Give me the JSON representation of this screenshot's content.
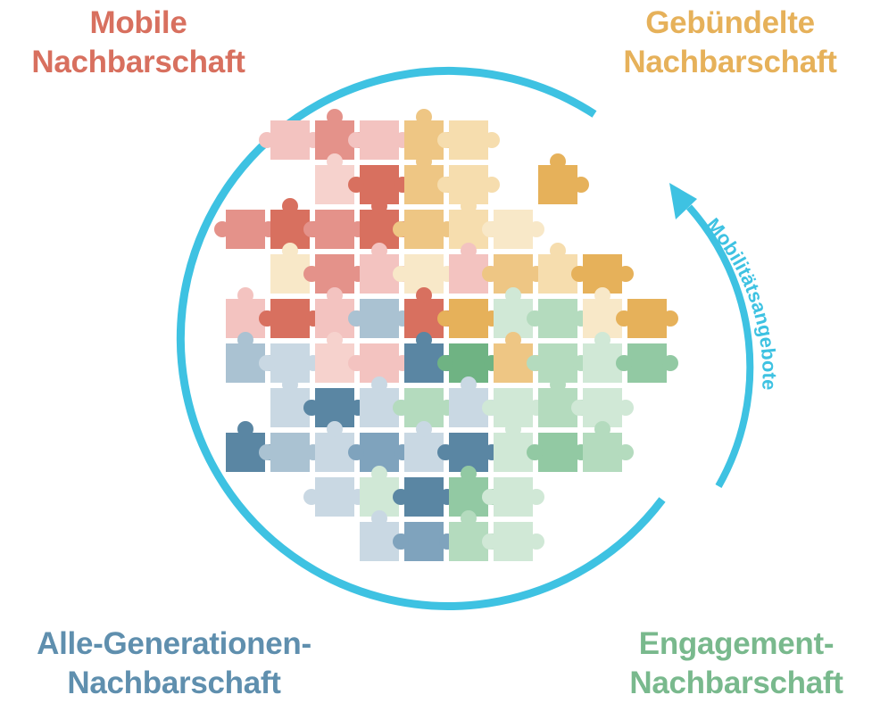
{
  "labels": {
    "mobile": [
      "Mobile",
      "Nachbarschaft"
    ],
    "gebuendelt": [
      "Gebündelte",
      "Nachbarschaft"
    ],
    "alle": [
      "Alle-Generationen-",
      "Nachbarschaft"
    ],
    "engagement": [
      "Engagement-",
      "Nachbarschaft"
    ]
  },
  "arc_text": "Mobilitätsangebote",
  "colors": {
    "red": "#d8705f",
    "orange": "#e6b15a",
    "blue": "#5f8fae",
    "green": "#79b98d",
    "ring": "#3ec2e2"
  },
  "groups": {
    "red": [
      "#f3c3c0",
      "#e4928a",
      "#d8705f",
      "#f6d2cd"
    ],
    "orange": [
      "#f6ddae",
      "#eec684",
      "#e6b15a",
      "#f8e8c8"
    ],
    "blue": [
      "#aac2d2",
      "#7fa3bd",
      "#5a86a3",
      "#c9d8e3"
    ],
    "green": [
      "#b4dbbe",
      "#92c9a3",
      "#6fb383",
      "#d0e8d6"
    ]
  },
  "pieces": [
    {
      "c": 1,
      "r": 0,
      "g": "red",
      "s": 0
    },
    {
      "c": 2,
      "r": 0,
      "g": "red",
      "s": 1
    },
    {
      "c": 3,
      "r": 0,
      "g": "red",
      "s": 0
    },
    {
      "c": 4,
      "r": 0,
      "g": "orange",
      "s": 1
    },
    {
      "c": 5,
      "r": 0,
      "g": "orange",
      "s": 0
    },
    {
      "c": 2,
      "r": 1,
      "g": "red",
      "s": 3
    },
    {
      "c": 3,
      "r": 1,
      "g": "red",
      "s": 2
    },
    {
      "c": 4,
      "r": 1,
      "g": "orange",
      "s": 1
    },
    {
      "c": 5,
      "r": 1,
      "g": "orange",
      "s": 0
    },
    {
      "c": 7,
      "r": 1,
      "g": "orange",
      "s": 2
    },
    {
      "c": 0,
      "r": 2,
      "g": "red",
      "s": 1
    },
    {
      "c": 1,
      "r": 2,
      "g": "red",
      "s": 2
    },
    {
      "c": 2,
      "r": 2,
      "g": "red",
      "s": 1
    },
    {
      "c": 3,
      "r": 2,
      "g": "red",
      "s": 2
    },
    {
      "c": 4,
      "r": 2,
      "g": "orange",
      "s": 1
    },
    {
      "c": 5,
      "r": 2,
      "g": "orange",
      "s": 0
    },
    {
      "c": 6,
      "r": 2,
      "g": "orange",
      "s": 3
    },
    {
      "c": 1,
      "r": 3,
      "g": "orange",
      "s": 3
    },
    {
      "c": 2,
      "r": 3,
      "g": "red",
      "s": 1
    },
    {
      "c": 3,
      "r": 3,
      "g": "red",
      "s": 0
    },
    {
      "c": 4,
      "r": 3,
      "g": "orange",
      "s": 3
    },
    {
      "c": 5,
      "r": 3,
      "g": "red",
      "s": 0
    },
    {
      "c": 6,
      "r": 3,
      "g": "orange",
      "s": 1
    },
    {
      "c": 7,
      "r": 3,
      "g": "orange",
      "s": 0
    },
    {
      "c": 8,
      "r": 3,
      "g": "orange",
      "s": 2
    },
    {
      "c": 0,
      "r": 4,
      "g": "red",
      "s": 0
    },
    {
      "c": 1,
      "r": 4,
      "g": "red",
      "s": 2
    },
    {
      "c": 2,
      "r": 4,
      "g": "red",
      "s": 0
    },
    {
      "c": 3,
      "r": 4,
      "g": "blue",
      "s": 0
    },
    {
      "c": 4,
      "r": 4,
      "g": "red",
      "s": 2
    },
    {
      "c": 5,
      "r": 4,
      "g": "orange",
      "s": 2
    },
    {
      "c": 6,
      "r": 4,
      "g": "green",
      "s": 3
    },
    {
      "c": 7,
      "r": 4,
      "g": "green",
      "s": 0
    },
    {
      "c": 8,
      "r": 4,
      "g": "orange",
      "s": 3
    },
    {
      "c": 9,
      "r": 4,
      "g": "orange",
      "s": 2
    },
    {
      "c": 0,
      "r": 5,
      "g": "blue",
      "s": 0
    },
    {
      "c": 1,
      "r": 5,
      "g": "blue",
      "s": 3
    },
    {
      "c": 2,
      "r": 5,
      "g": "red",
      "s": 3
    },
    {
      "c": 3,
      "r": 5,
      "g": "red",
      "s": 0
    },
    {
      "c": 4,
      "r": 5,
      "g": "blue",
      "s": 2
    },
    {
      "c": 5,
      "r": 5,
      "g": "green",
      "s": 2
    },
    {
      "c": 6,
      "r": 5,
      "g": "orange",
      "s": 1
    },
    {
      "c": 7,
      "r": 5,
      "g": "green",
      "s": 0
    },
    {
      "c": 8,
      "r": 5,
      "g": "green",
      "s": 3
    },
    {
      "c": 9,
      "r": 5,
      "g": "green",
      "s": 1
    },
    {
      "c": 1,
      "r": 6,
      "g": "blue",
      "s": 3
    },
    {
      "c": 2,
      "r": 6,
      "g": "blue",
      "s": 2
    },
    {
      "c": 3,
      "r": 6,
      "g": "blue",
      "s": 3
    },
    {
      "c": 4,
      "r": 6,
      "g": "green",
      "s": 0
    },
    {
      "c": 5,
      "r": 6,
      "g": "blue",
      "s": 3
    },
    {
      "c": 6,
      "r": 6,
      "g": "green",
      "s": 3
    },
    {
      "c": 7,
      "r": 6,
      "g": "green",
      "s": 0
    },
    {
      "c": 8,
      "r": 6,
      "g": "green",
      "s": 3
    },
    {
      "c": 0,
      "r": 7,
      "g": "blue",
      "s": 2
    },
    {
      "c": 1,
      "r": 7,
      "g": "blue",
      "s": 0
    },
    {
      "c": 2,
      "r": 7,
      "g": "blue",
      "s": 3
    },
    {
      "c": 3,
      "r": 7,
      "g": "blue",
      "s": 1
    },
    {
      "c": 4,
      "r": 7,
      "g": "blue",
      "s": 3
    },
    {
      "c": 5,
      "r": 7,
      "g": "blue",
      "s": 2
    },
    {
      "c": 6,
      "r": 7,
      "g": "green",
      "s": 3
    },
    {
      "c": 7,
      "r": 7,
      "g": "green",
      "s": 1
    },
    {
      "c": 8,
      "r": 7,
      "g": "green",
      "s": 0
    },
    {
      "c": 2,
      "r": 8,
      "g": "blue",
      "s": 3
    },
    {
      "c": 3,
      "r": 8,
      "g": "green",
      "s": 3
    },
    {
      "c": 4,
      "r": 8,
      "g": "blue",
      "s": 2
    },
    {
      "c": 5,
      "r": 8,
      "g": "green",
      "s": 1
    },
    {
      "c": 6,
      "r": 8,
      "g": "green",
      "s": 3
    },
    {
      "c": 3,
      "r": 9,
      "g": "blue",
      "s": 3
    },
    {
      "c": 4,
      "r": 9,
      "g": "blue",
      "s": 1
    },
    {
      "c": 5,
      "r": 9,
      "g": "green",
      "s": 0
    },
    {
      "c": 6,
      "r": 9,
      "g": "green",
      "s": 3
    }
  ]
}
